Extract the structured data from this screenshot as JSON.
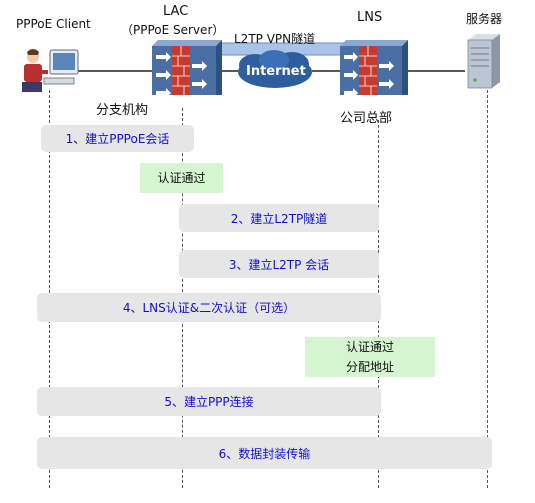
{
  "nodes": {
    "client": "PPPoE Client",
    "lac_title": "LAC",
    "lac_sub": "（PPPoE Server）",
    "lns": "LNS",
    "server": "服务器",
    "internet": "Internet",
    "tunnel": "L2TP VPN隧道"
  },
  "sites": {
    "branch": "分支机构",
    "hq": "公司总部"
  },
  "steps": [
    "1、建立PPPoE会话",
    "2、建立L2TP隧道",
    "3、建立L2TP 会话",
    "4、LNS认证&二次认证（可选）",
    "5、建立PPP连接",
    "6、数据封装传输"
  ],
  "notes": {
    "auth_pass": "认证通过",
    "lns_line1": "认证通过",
    "lns_line2": "分配地址"
  },
  "colors": {
    "step_text": "#1010d0",
    "step_bg": "#e6e6e6",
    "note_bg": "#d4f5d0",
    "firewall_body": "#4a6fa5",
    "cloud": "#2e5e9e",
    "tunnel": "#a9c4e6"
  }
}
